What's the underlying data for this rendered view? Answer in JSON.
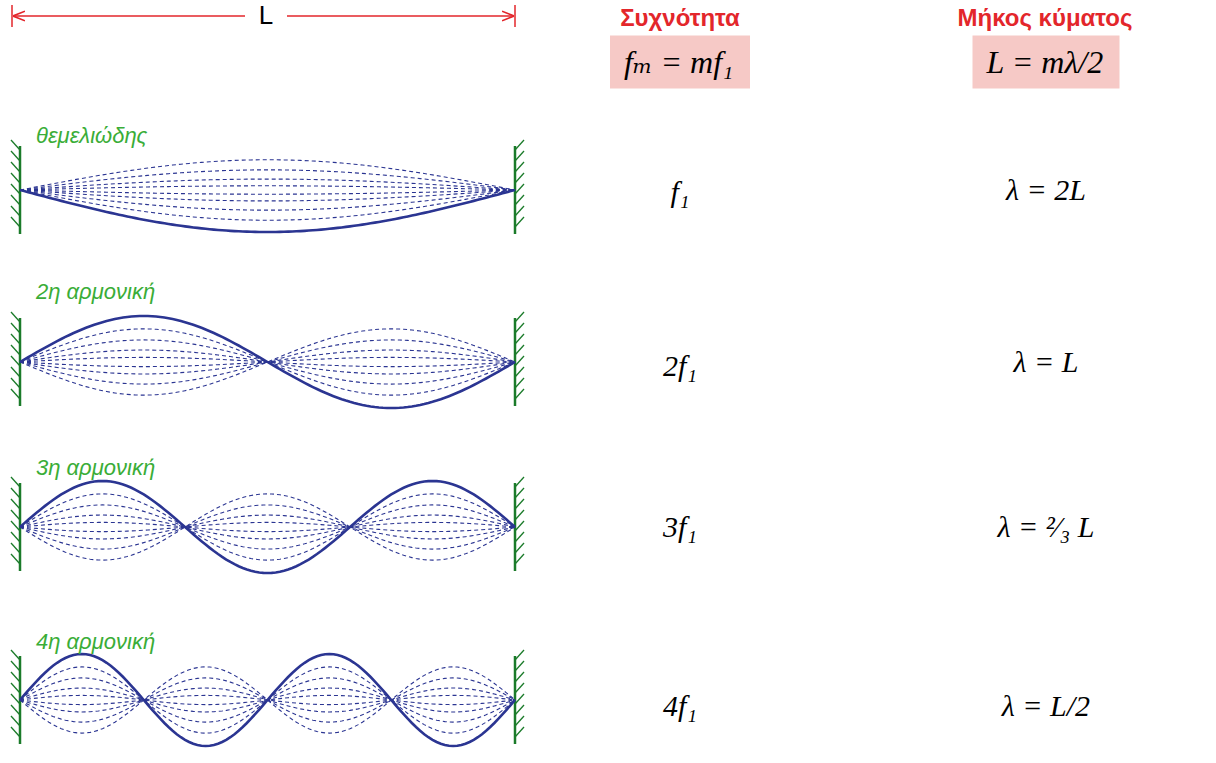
{
  "diagram": {
    "nodes": [
      {
        "text": [
          "fₘ = mf₁"
        ]
      },
      {
        "text": [
          "L = mλ/2"
        ]
      }
    ],
    "labels": [
      "L",
      "θεμελιώδης",
      "2η αρμονική",
      "3η αρμονική",
      "4η αρμονική",
      "Συχνότητα",
      "Μήκος κύματος",
      "f₁",
      "λ = 2L",
      "2f₁",
      "λ = L",
      "3f₁",
      "λ = ²⁄₃ L",
      "4f₁",
      "λ = L/2"
    ]
  }
}
